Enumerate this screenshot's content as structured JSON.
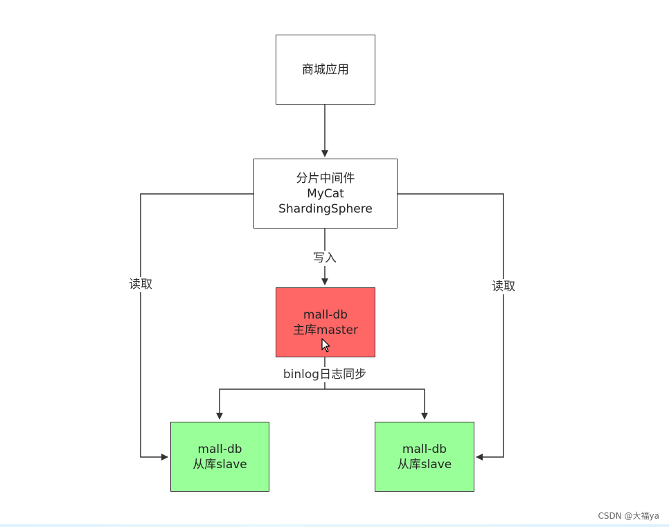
{
  "colors": {
    "master_fill": "#ff6666",
    "slave_fill": "#99ff99",
    "plain_fill": "#ffffff",
    "stroke": "#333333"
  },
  "nodes": {
    "app": {
      "lines": [
        "商城应用"
      ]
    },
    "middleware": {
      "lines": [
        "分片中间件",
        "MyCat",
        "ShardingSphere"
      ]
    },
    "master": {
      "lines": [
        "mall-db",
        "主库master"
      ]
    },
    "slave_left": {
      "lines": [
        "mall-db",
        "从库slave"
      ]
    },
    "slave_right": {
      "lines": [
        "mall-db",
        "从库slave"
      ]
    }
  },
  "edges": {
    "write_label": "写入",
    "sync_label": "binlog日志同步",
    "read_left_label": "读取",
    "read_right_label": "读取"
  },
  "watermark": "CSDN @大福ya"
}
